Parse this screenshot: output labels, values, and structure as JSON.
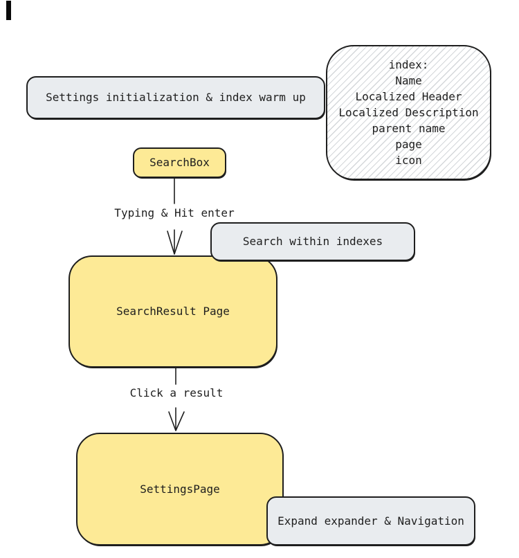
{
  "diagram": {
    "nodes": {
      "settings_init": "Settings initialization & index warm up",
      "index_fields": [
        "index:",
        "Name",
        "Localized Header",
        "Localized Description",
        "parent name",
        "page",
        "icon"
      ],
      "search_box": "SearchBox",
      "search_within": "Search within indexes",
      "search_result": "SearchResult Page",
      "settings_page": "SettingsPage",
      "expand_nav": "Expand expander & Navigation"
    },
    "edge_labels": {
      "typing": "Typing & Hit enter",
      "click": "Click a result"
    },
    "colors": {
      "node-yellow": "#fdea96",
      "node-gray": "#e9ecef",
      "stroke": "#1e1e1e",
      "hatch": "#d4d7da",
      "text": "#1e1e1e"
    }
  }
}
